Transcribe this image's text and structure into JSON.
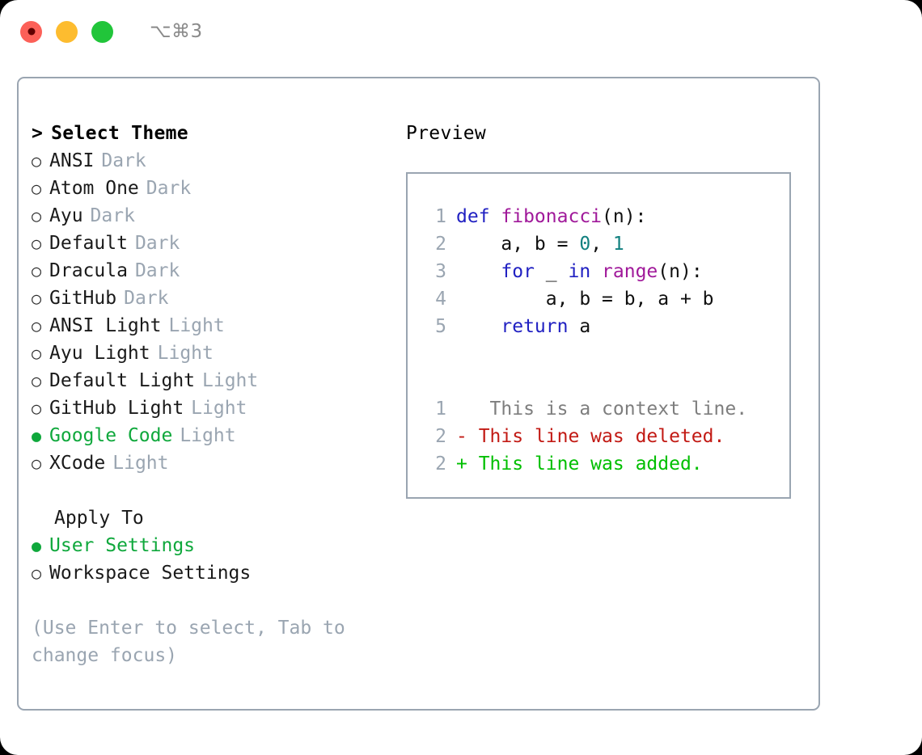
{
  "titlebar": {
    "shortcut": "⌥⌘3",
    "buttons": [
      {
        "name": "close",
        "color": "#fc6058"
      },
      {
        "name": "minimize",
        "color": "#fdbc2f"
      },
      {
        "name": "maximize",
        "color": "#21c53a"
      }
    ]
  },
  "theme_picker": {
    "header_caret": ">",
    "header": "Select Theme",
    "bullet_unselected": "○",
    "bullet_selected": "●",
    "themes": [
      {
        "name": "ANSI",
        "category": "Dark",
        "selected": false
      },
      {
        "name": "Atom One",
        "category": "Dark",
        "selected": false
      },
      {
        "name": "Ayu",
        "category": "Dark",
        "selected": false
      },
      {
        "name": "Default",
        "category": "Dark",
        "selected": false
      },
      {
        "name": "Dracula",
        "category": "Dark",
        "selected": false
      },
      {
        "name": "GitHub",
        "category": "Dark",
        "selected": false
      },
      {
        "name": "ANSI Light",
        "category": "Light",
        "selected": false
      },
      {
        "name": "Ayu Light",
        "category": "Light",
        "selected": false
      },
      {
        "name": "Default Light",
        "category": "Light",
        "selected": false
      },
      {
        "name": "GitHub Light",
        "category": "Light",
        "selected": false
      },
      {
        "name": "Google Code",
        "category": "Light",
        "selected": true
      },
      {
        "name": "XCode",
        "category": "Light",
        "selected": false
      }
    ]
  },
  "apply_to": {
    "title": "Apply To",
    "options": [
      {
        "label": "User Settings",
        "selected": true
      },
      {
        "label": "Workspace Settings",
        "selected": false
      }
    ]
  },
  "hint": "(Use Enter to select, Tab to change focus)",
  "preview": {
    "title": "Preview",
    "code_lines": [
      {
        "lineno": "1",
        "tokens": [
          {
            "text": "def ",
            "type": "kw"
          },
          {
            "text": "fibonacci",
            "type": "fn"
          },
          {
            "text": "(n):",
            "type": "plain"
          }
        ]
      },
      {
        "lineno": "2",
        "tokens": [
          {
            "text": "    a, b = ",
            "type": "plain"
          },
          {
            "text": "0",
            "type": "num"
          },
          {
            "text": ", ",
            "type": "plain"
          },
          {
            "text": "1",
            "type": "num"
          }
        ]
      },
      {
        "lineno": "3",
        "tokens": [
          {
            "text": "    ",
            "type": "plain"
          },
          {
            "text": "for",
            "type": "kw"
          },
          {
            "text": " _ ",
            "type": "plain"
          },
          {
            "text": "in",
            "type": "kw"
          },
          {
            "text": " ",
            "type": "plain"
          },
          {
            "text": "range",
            "type": "fn"
          },
          {
            "text": "(n):",
            "type": "plain"
          }
        ]
      },
      {
        "lineno": "4",
        "tokens": [
          {
            "text": "        a, b = b, a + b",
            "type": "plain"
          }
        ]
      },
      {
        "lineno": "5",
        "tokens": [
          {
            "text": "    ",
            "type": "plain"
          },
          {
            "text": "return",
            "type": "kw"
          },
          {
            "text": " a",
            "type": "plain"
          }
        ]
      }
    ],
    "diff_lines": [
      {
        "lineno": "1",
        "marker": " ",
        "text": "  This is a context line.",
        "type": "ctx"
      },
      {
        "lineno": "2",
        "marker": "-",
        "text": " This line was deleted.",
        "type": "del"
      },
      {
        "lineno": "2",
        "marker": "+",
        "text": " This line was added.",
        "type": "add"
      }
    ]
  },
  "colors": {
    "accent_green": "#0fa83c",
    "muted": "#9aa5b1",
    "border": "#9aa5b1",
    "keyword": "#2121c2",
    "function": "#a0199a",
    "number": "#11807f",
    "diff_context": "#7e7e7e",
    "diff_deleted": "#c21a14",
    "diff_added": "#00bf00"
  }
}
